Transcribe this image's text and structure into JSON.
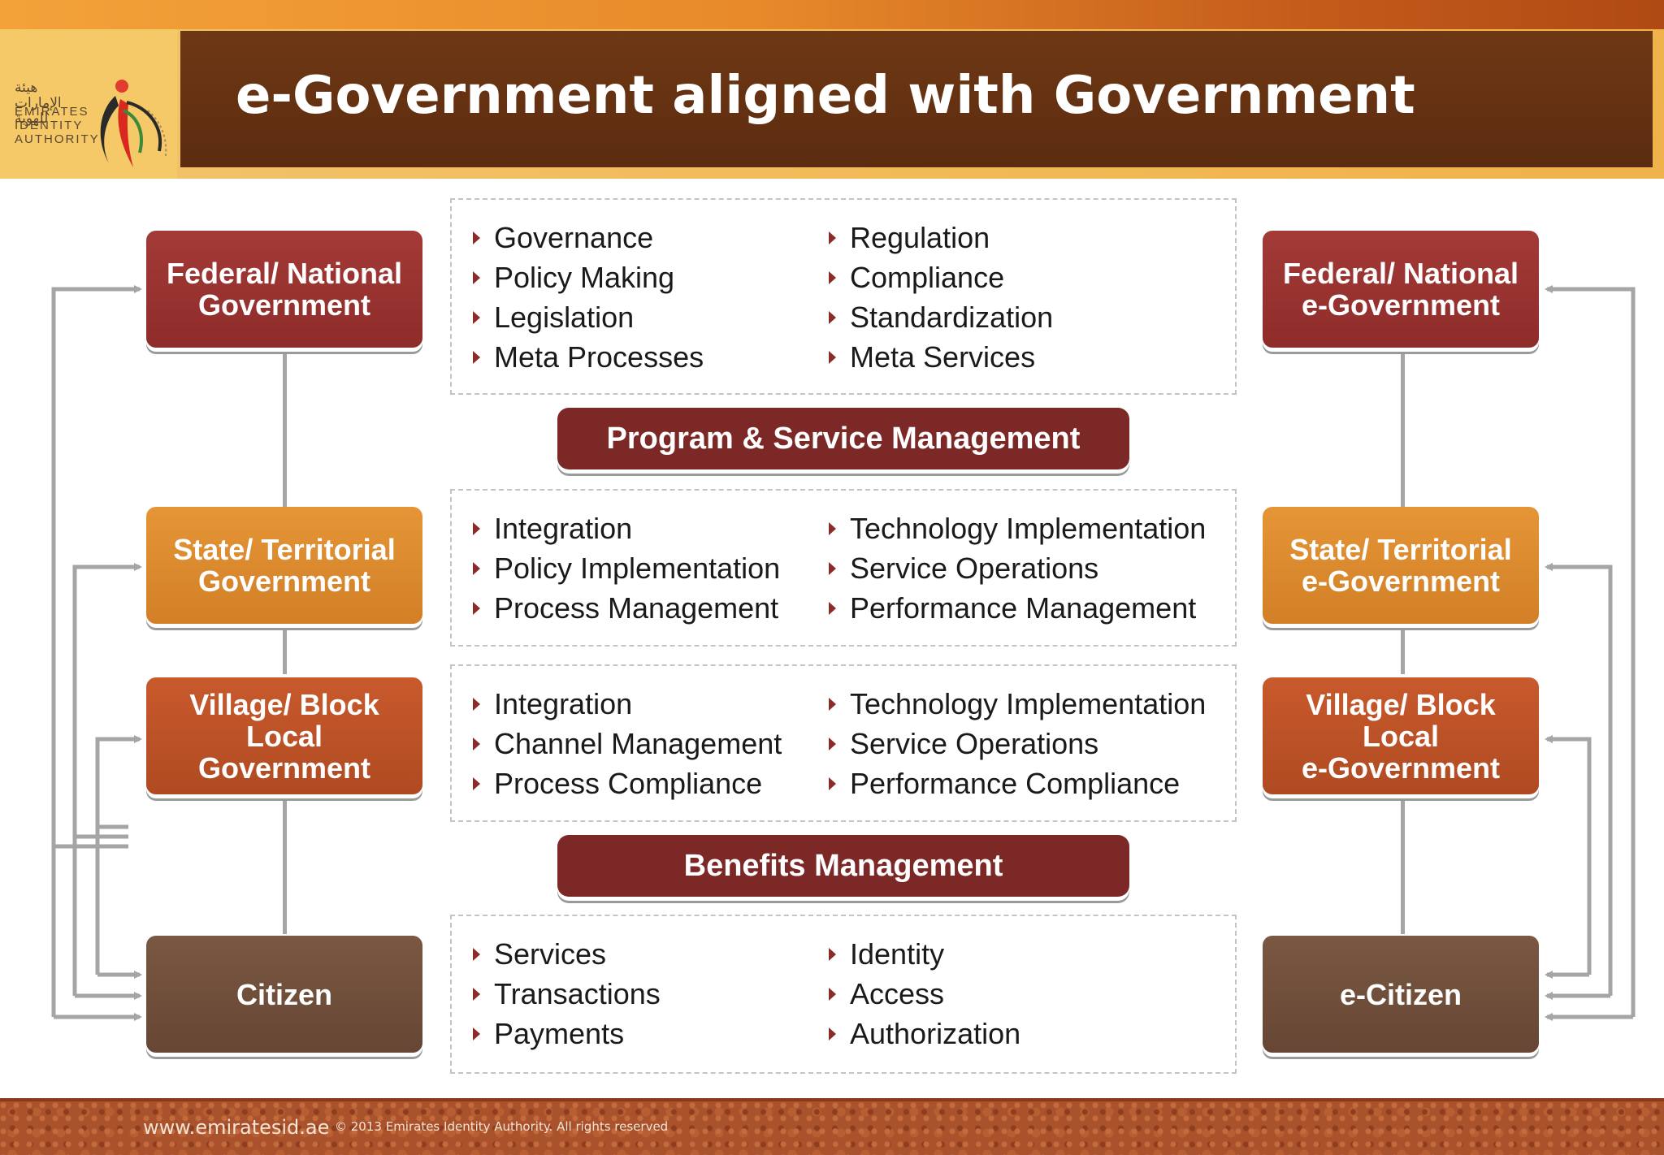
{
  "header": {
    "title": "e-Government aligned with Government",
    "logo": {
      "arabic_lines": [
        "هيئة",
        "الإمارات",
        "للهوية"
      ],
      "english_lines": [
        "EMIRATES",
        "IDENTITY",
        "AUTHORITY"
      ]
    }
  },
  "left_column": [
    {
      "label": "Federal/ National\nGovernment"
    },
    {
      "label": "State/ Territorial\nGovernment"
    },
    {
      "label": "Village/ Block\nLocal\nGovernment"
    },
    {
      "label": "Citizen"
    }
  ],
  "right_column": [
    {
      "label": "Federal/ National\ne-Government"
    },
    {
      "label": "State/ Territorial\ne-Government"
    },
    {
      "label": "Village/ Block\nLocal\ne-Government"
    },
    {
      "label": "e-Citizen"
    }
  ],
  "panels": [
    {
      "left": [
        "Governance",
        "Policy Making",
        "Legislation",
        "Meta Processes"
      ],
      "right": [
        "Regulation",
        "Compliance",
        "Standardization",
        "Meta Services"
      ]
    },
    {
      "left": [
        "Integration",
        "Policy Implementation",
        "Process Management"
      ],
      "right": [
        "Technology Implementation",
        "Service Operations",
        "Performance Management"
      ]
    },
    {
      "left": [
        "Integration",
        "Channel Management",
        "Process Compliance"
      ],
      "right": [
        "Technology Implementation",
        "Service Operations",
        "Performance Compliance"
      ]
    },
    {
      "left": [
        "Services",
        "Transactions",
        "Payments"
      ],
      "right": [
        "Identity",
        "Access",
        "Authorization"
      ]
    }
  ],
  "banners": {
    "program": "Program & Service Management",
    "benefits": "Benefits Management"
  },
  "footer": {
    "url": "www.emiratesid.ae",
    "copyright": "© 2013  Emirates Identity Authority. All rights reserved"
  },
  "colors": {
    "federal": "#9a3331",
    "state": "#de8b30",
    "village": "#bd5327",
    "citizen": "#70503b",
    "banner": "#7c2826",
    "title_bar": "#642f12",
    "connector": "#a5a5a5"
  }
}
